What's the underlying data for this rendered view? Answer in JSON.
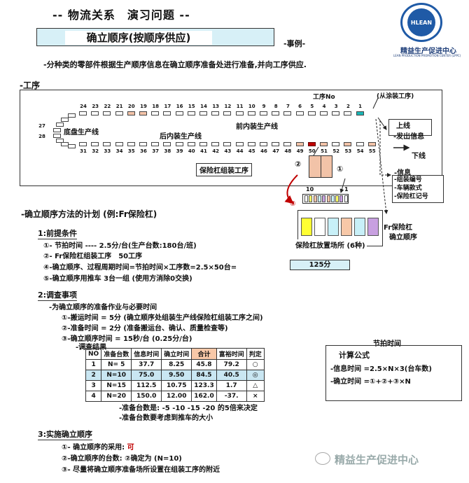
{
  "header": {
    "title": "-- 物流关系　演习问题 --",
    "subtitle": "确立顺序(按顺序供应)",
    "example": "-事例-",
    "description": "-分种类的零部件根据生产顺序信息在确立顺序准备处进行准备,并向工序供应."
  },
  "logo": {
    "name": "精益生产促进中心",
    "sub": "LEAN PRODUCTION PROMOTION CENTER (LPPC)",
    "mark": "HLEAN"
  },
  "process": {
    "section": "-工序",
    "process_no": "工序No",
    "from_paint": "(从涂装工序)",
    "line_chassis": "底盘生产线",
    "line_front": "前内装生产线",
    "line_rear": "后内装生产线",
    "online": "上线",
    "send_info": "-发出信息",
    "offline": "下线",
    "bumper_process": "保险杠组装工序",
    "info_title": "-信息",
    "info_items": [
      "-组装编号",
      "-车辆款式",
      "-保险杠记号"
    ],
    "fr_bumper": "Fr保险杠",
    "fr_bumper2": "确立顺序",
    "storage": "保险杠放置场所 (6种)",
    "mark1": "②",
    "mark2": "①",
    "mark3": "③",
    "rack_10": "10",
    "rack_1": "1",
    "top_numbers": [
      "24",
      "23",
      "22",
      "21",
      "20",
      "19",
      "18",
      "17",
      "16",
      "15",
      "14",
      "13",
      "12",
      "11",
      "10",
      "9",
      "8",
      "7",
      "6",
      "5",
      "4",
      "3",
      "2",
      "1"
    ],
    "bottom_numbers": [
      "31",
      "32",
      "33",
      "34",
      "35",
      "36",
      "37",
      "38",
      "39",
      "40",
      "41",
      "42",
      "43",
      "44",
      "45",
      "46",
      "47",
      "48",
      "49",
      "50",
      "51",
      "52",
      "53",
      "54",
      "55"
    ],
    "left_numbers": [
      "27",
      "28"
    ],
    "colors": {
      "pink": "#f2c3a8",
      "red": "#c00000",
      "cyan": "#19b6b6",
      "storage": [
        "#ffff33",
        "#ffffff",
        "#c8f0f8",
        "#f7c8a8",
        "#c8f0f8",
        "#c8a0e0"
      ]
    }
  },
  "plan": {
    "section": "-确立顺序方法的计划 (例:Fr保险杠)",
    "premise_title": "1:前提条件",
    "premise": [
      "①- 节拍时间 ---- 2.5分/台(生产台数:180台/班)",
      "②- Fr保险杠组装工序　50工序",
      "④-确立顺序、过程周期时间=节拍时间×工序数=2.5×50台=",
      "⑤-确立顺序用推车 3台一组 (使用方消除0交换)"
    ],
    "cycle_value": "125分",
    "survey_title": "2:调查事项",
    "survey_intro": "-为确立顺序的准备作业与必要时间",
    "survey_items": [
      "①-搬运时间 = 5分 (确立顺序处组装生产线保险杠组装工序之间)",
      "②-准备时间 = 2分 (准备搬运台、确认、质量检查等)",
      "③-确立顺序时间 = 15秒/台 (0.25分/台)"
    ],
    "result_title": "-调查结果",
    "takt_label": "节拍时间",
    "table_headers": [
      "NO",
      "准备台数",
      "信息时间",
      "确立时间",
      "合计",
      "富裕时间",
      "判定"
    ],
    "table_rows": [
      [
        "1",
        "N= 5",
        "37.7",
        "8.25",
        "45.8",
        "79.2",
        "○"
      ],
      [
        "2",
        "N=10",
        "75.0",
        "9.50",
        "84.5",
        "40.5",
        "◎"
      ],
      [
        "3",
        "N=15",
        "112.5",
        "10.75",
        "123.3",
        "1.7",
        "△"
      ],
      [
        "4",
        "N=20",
        "150.0",
        "12.00",
        "162.0",
        "-37.",
        "×"
      ]
    ],
    "formula_title": "计算公式",
    "formula_lines": [
      "-信息时间 =2.5×N×3(台车数)",
      "-确立时间 =①+②+③×N"
    ],
    "notes": [
      "-准备台数是: -5 -10 -15 -20 的5倍来决定",
      "-准备台数要考虑到推车的大小"
    ],
    "impl_title": "3:实施确立顺序",
    "impl": [
      "①- 确立顺序的采用: ",
      "②-确立顺序的台数: ②确定为 (N=10)",
      "③- 尽量将确立顺序准备场所设置在组装工序的附近"
    ],
    "impl_ok": "可"
  },
  "footer": {
    "brand": "精益生产促进中心"
  }
}
